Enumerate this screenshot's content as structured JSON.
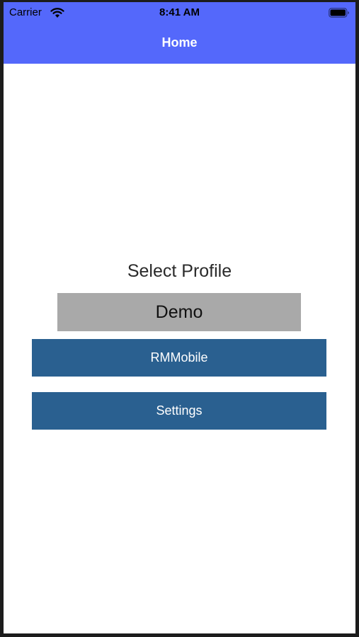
{
  "status_bar": {
    "carrier": "Carrier",
    "time": "8:41 AM",
    "wifi_icon": "wifi-icon",
    "battery_icon": "battery-icon"
  },
  "nav": {
    "title": "Home"
  },
  "profile": {
    "label": "Select Profile",
    "selected_value": "Demo"
  },
  "buttons": {
    "rmmobile_label": "RMMobile",
    "settings_label": "Settings"
  },
  "colors": {
    "nav_background": "#5468fb",
    "button_background": "#2a6090",
    "selector_background": "#a9a9a9"
  }
}
